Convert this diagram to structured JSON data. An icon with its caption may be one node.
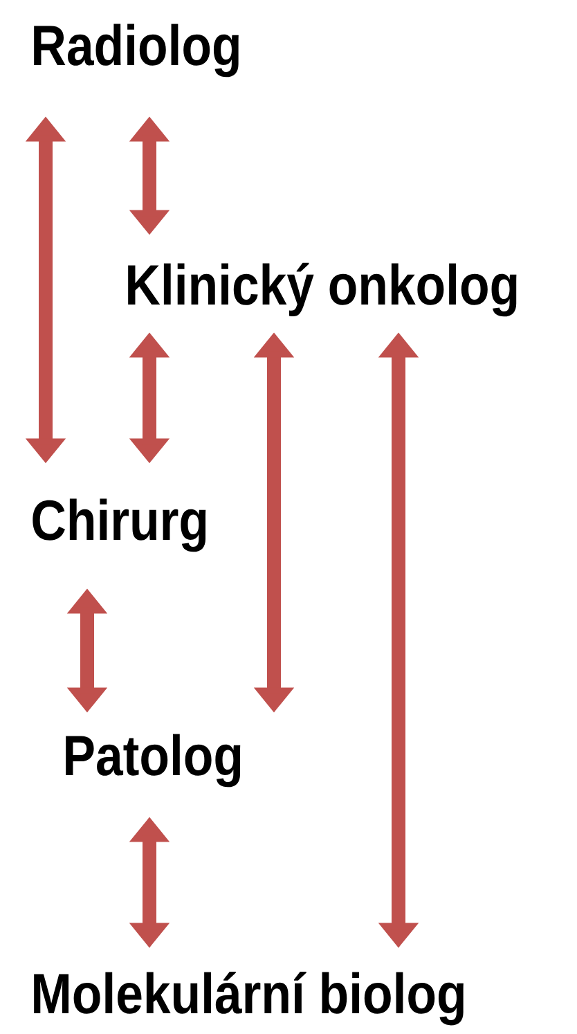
{
  "diagram": {
    "nodes": [
      {
        "text": [
          "Radiolog"
        ]
      },
      {
        "text": [
          "Klinický onkolog"
        ]
      },
      {
        "text": [
          "Chirurg"
        ]
      },
      {
        "text": [
          "Patolog"
        ]
      },
      {
        "text": [
          "Molekulární biolog"
        ]
      }
    ],
    "edges": [
      {
        "from": 0,
        "to": 2,
        "arrow": "both"
      },
      {
        "from": 0,
        "to": 1,
        "arrow": "both"
      },
      {
        "from": 1,
        "to": 2,
        "arrow": "both"
      },
      {
        "from": 2,
        "to": 3,
        "arrow": "both"
      },
      {
        "from": 1,
        "to": 3,
        "arrow": "both"
      },
      {
        "from": 1,
        "to": 4,
        "arrow": "both"
      },
      {
        "from": 3,
        "to": 4,
        "arrow": "both"
      }
    ]
  }
}
